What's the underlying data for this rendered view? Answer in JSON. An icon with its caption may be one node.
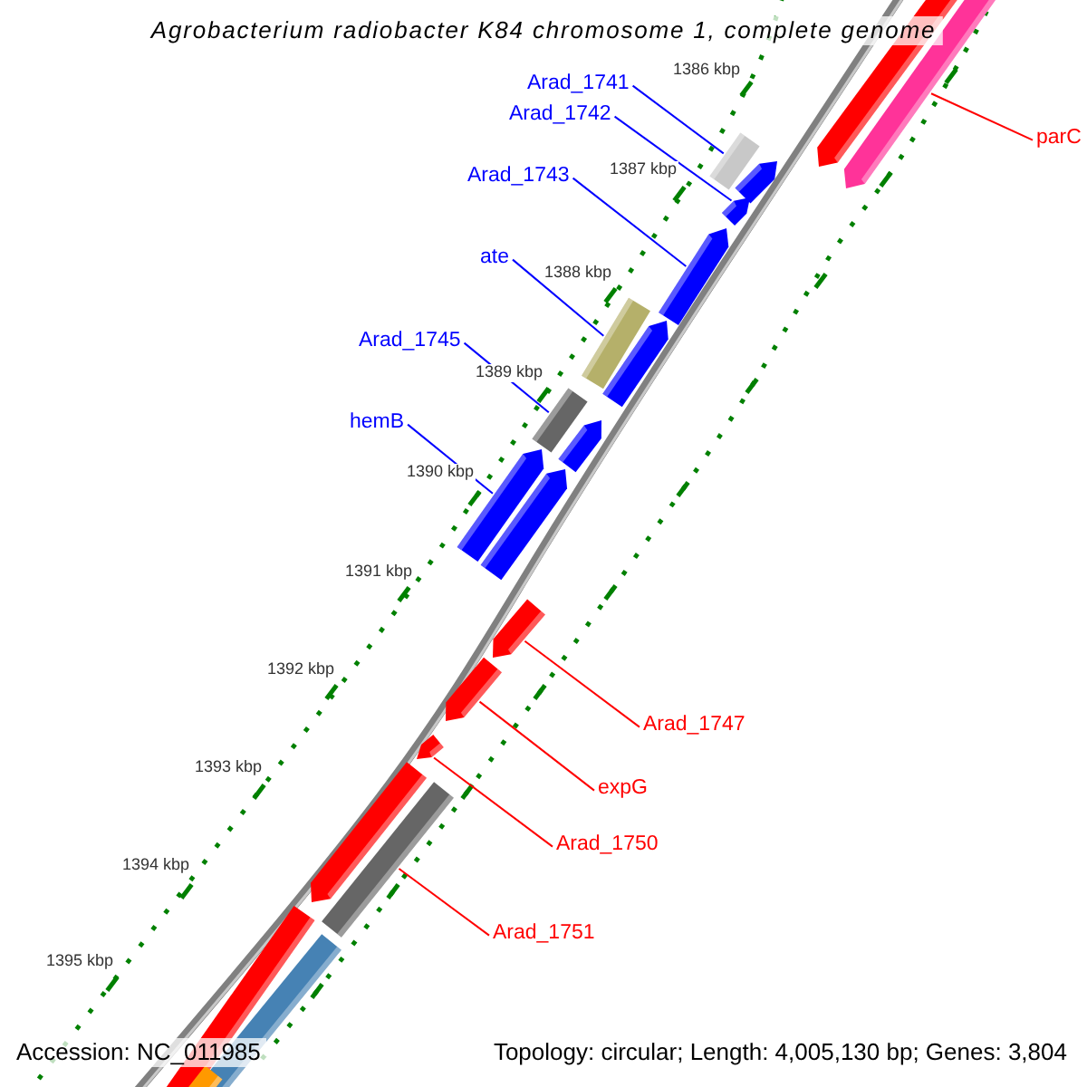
{
  "diagram": {
    "title": "Agrobacterium radiobacter K84 chromosome 1, complete genome",
    "nodes": [
      {
        "text": [
          "Arad_1741"
        ]
      },
      {
        "text": [
          "Arad_1742"
        ]
      },
      {
        "text": [
          "Arad_1743"
        ]
      },
      {
        "text": [
          "ate"
        ]
      },
      {
        "text": [
          "Arad_1745"
        ]
      },
      {
        "text": [
          "hemB"
        ]
      },
      {
        "text": [
          "Arad_1747"
        ]
      },
      {
        "text": [
          "expG"
        ]
      },
      {
        "text": [
          "Arad_1750"
        ]
      },
      {
        "text": [
          "Arad_1751"
        ]
      },
      {
        "text": [
          "parC"
        ]
      },
      {
        "text": [],
        "shape": "box"
      },
      {
        "text": [],
        "shape": "arrow"
      },
      {
        "text": [],
        "shape": "arrow"
      },
      {
        "text": [],
        "shape": "box"
      },
      {
        "text": [],
        "shape": "box"
      },
      {
        "text": [],
        "shape": "arrow"
      },
      {
        "text": [],
        "shape": "arrow"
      },
      {
        "text": [],
        "shape": "arrow"
      },
      {
        "text": [],
        "shape": "arrow"
      },
      {
        "text": [],
        "shape": "box"
      },
      {
        "text": [],
        "shape": "arrow"
      }
    ],
    "edges": [
      {
        "from": 0,
        "to": 11,
        "arrow": "none"
      },
      {
        "from": 1,
        "to": 12,
        "arrow": "none"
      },
      {
        "from": 2,
        "to": 13,
        "arrow": "none"
      },
      {
        "from": 3,
        "to": 14,
        "arrow": "none"
      },
      {
        "from": 4,
        "to": 15,
        "arrow": "none"
      },
      {
        "from": 5,
        "to": 16,
        "arrow": "none"
      },
      {
        "from": 6,
        "to": 17,
        "arrow": "none",
        "color": "#ff0000"
      },
      {
        "from": 7,
        "to": 18,
        "arrow": "none",
        "color": "#ff0000"
      },
      {
        "from": 8,
        "to": 19,
        "arrow": "none",
        "color": "#ff0000"
      },
      {
        "from": 9,
        "to": 20,
        "arrow": "none",
        "color": "#ff0000"
      },
      {
        "from": 10,
        "to": 21,
        "arrow": "none",
        "color": "#ff0000"
      }
    ],
    "labels": [
      "1386 kbp",
      "1387 kbp",
      "1388 kbp",
      "1389 kbp",
      "1390 kbp",
      "1391 kbp",
      "1392 kbp",
      "1393 kbp",
      "1394 kbp",
      "1395 kbp",
      "Accession: NC_011985",
      "Topology: circular; Length: 4,005,130 bp; Genes: 3,804"
    ]
  }
}
